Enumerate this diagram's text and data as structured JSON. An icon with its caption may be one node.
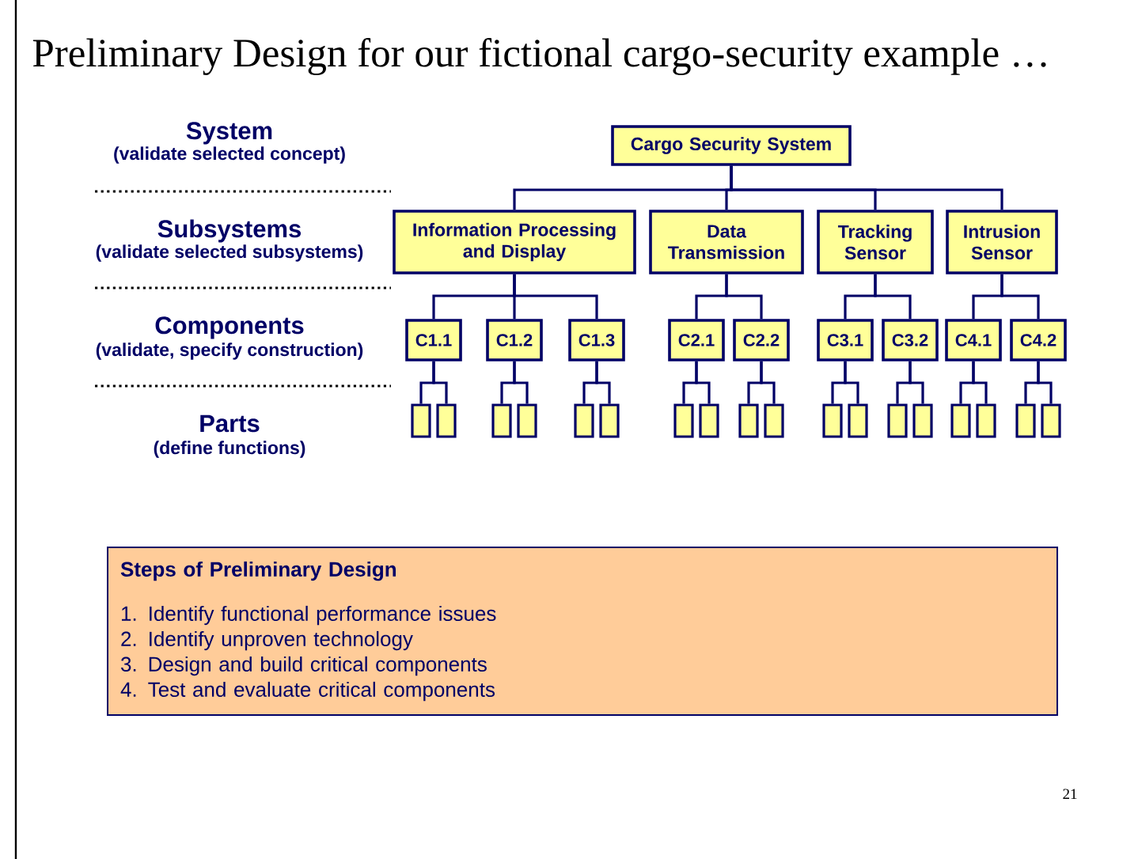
{
  "diagram": {
    "title": "Preliminary Design for our fictional cargo-security example …",
    "nodes": [
      {
        "text": [
          "Cargo Security System"
        ]
      },
      {
        "text": [
          "Information Processing and Display"
        ]
      },
      {
        "text": [
          "Data Transmission"
        ]
      },
      {
        "text": [
          "Tracking Sensor"
        ]
      },
      {
        "text": [
          "Intrusion Sensor"
        ]
      },
      {
        "text": [
          "C1.1"
        ]
      },
      {
        "text": [
          "C1.2"
        ]
      },
      {
        "text": [
          "C1.3"
        ]
      },
      {
        "text": [
          "C2.1"
        ]
      },
      {
        "text": [
          "C2.2"
        ]
      },
      {
        "text": [
          "C3.1"
        ]
      },
      {
        "text": [
          "C3.2"
        ]
      },
      {
        "text": [
          "C4.1"
        ]
      },
      {
        "text": [
          "C4.2"
        ]
      },
      {
        "text": [],
        "shape": "box"
      },
      {
        "text": [],
        "shape": "box"
      },
      {
        "text": [],
        "shape": "box"
      },
      {
        "text": [],
        "shape": "box"
      },
      {
        "text": [],
        "shape": "box"
      },
      {
        "text": [],
        "shape": "box"
      },
      {
        "text": [],
        "shape": "box"
      },
      {
        "text": [],
        "shape": "box"
      },
      {
        "text": [],
        "shape": "box"
      },
      {
        "text": [],
        "shape": "box"
      },
      {
        "text": [],
        "shape": "box"
      },
      {
        "text": [],
        "shape": "box"
      },
      {
        "text": [],
        "shape": "box"
      },
      {
        "text": [],
        "shape": "box"
      },
      {
        "text": [],
        "shape": "box"
      },
      {
        "text": [],
        "shape": "box"
      },
      {
        "text": [],
        "shape": "box"
      },
      {
        "text": [],
        "shape": "box"
      },
      {
        "text": [
          "Steps of Preliminary Design",
          "1. Identify functional performance issues",
          "2. Identify unproven technology",
          "3. Design and build critical components",
          "4. Test and evaluate critical components"
        ]
      }
    ],
    "edges": [
      {
        "from": 0,
        "to": 1,
        "arrow": "none"
      },
      {
        "from": 0,
        "to": 2,
        "arrow": "none"
      },
      {
        "from": 0,
        "to": 3,
        "arrow": "none"
      },
      {
        "from": 0,
        "to": 4,
        "arrow": "none"
      },
      {
        "from": 1,
        "to": 5,
        "arrow": "none"
      },
      {
        "from": 1,
        "to": 6,
        "arrow": "none"
      },
      {
        "from": 1,
        "to": 7,
        "arrow": "none"
      },
      {
        "from": 2,
        "to": 8,
        "arrow": "none"
      },
      {
        "from": 2,
        "to": 9,
        "arrow": "none"
      },
      {
        "from": 3,
        "to": 10,
        "arrow": "none"
      },
      {
        "from": 3,
        "to": 11,
        "arrow": "none"
      },
      {
        "from": 4,
        "to": 12,
        "arrow": "none"
      },
      {
        "from": 4,
        "to": 13,
        "arrow": "none"
      },
      {
        "from": 5,
        "to": 14,
        "arrow": "none"
      },
      {
        "from": 5,
        "to": 15,
        "arrow": "none"
      },
      {
        "from": 6,
        "to": 16,
        "arrow": "none"
      },
      {
        "from": 6,
        "to": 17,
        "arrow": "none"
      },
      {
        "from": 7,
        "to": 18,
        "arrow": "none"
      },
      {
        "from": 7,
        "to": 19,
        "arrow": "none"
      },
      {
        "from": 8,
        "to": 20,
        "arrow": "none"
      },
      {
        "from": 8,
        "to": 21,
        "arrow": "none"
      },
      {
        "from": 9,
        "to": 22,
        "arrow": "none"
      },
      {
        "from": 9,
        "to": 23,
        "arrow": "none"
      },
      {
        "from": 10,
        "to": 24,
        "arrow": "none"
      },
      {
        "from": 10,
        "to": 25,
        "arrow": "none"
      },
      {
        "from": 11,
        "to": 26,
        "arrow": "none"
      },
      {
        "from": 11,
        "to": 27,
        "arrow": "none"
      },
      {
        "from": 12,
        "to": 28,
        "arrow": "none"
      },
      {
        "from": 12,
        "to": 29,
        "arrow": "none"
      },
      {
        "from": 13,
        "to": 30,
        "arrow": "none"
      },
      {
        "from": 13,
        "to": 31,
        "arrow": "none"
      }
    ],
    "labels": [
      "System",
      "(validate selected concept)",
      "Subsystems",
      "(validate selected subsystems)",
      "Components",
      "(validate, specify construction)",
      "Parts",
      "(define functions)",
      "21"
    ]
  }
}
